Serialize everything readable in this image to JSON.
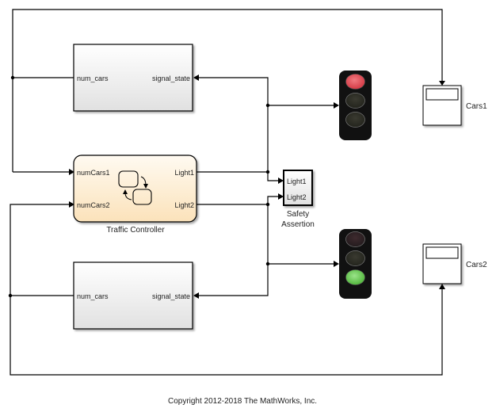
{
  "diagram": {
    "subsystem_top": {
      "input_port": "num_cars",
      "output_port": "signal_state"
    },
    "subsystem_bottom": {
      "input_port": "num_cars",
      "output_port": "signal_state"
    },
    "traffic_controller": {
      "name": "Traffic Controller",
      "inputs": [
        "numCars1",
        "numCars2"
      ],
      "outputs": [
        "Light1",
        "Light2"
      ]
    },
    "safety_assertion": {
      "name_line1": "Safety",
      "name_line2": "Assertion",
      "inputs": [
        "Light1",
        "Light2"
      ]
    },
    "traffic_light_1": {
      "active": "red",
      "colors": {
        "red_on": "#e0454f",
        "off": "#2a2b22",
        "green_on": "#6ccf55",
        "housing": "#111111"
      }
    },
    "traffic_light_2": {
      "active": "green"
    },
    "display_cars1": {
      "label": "Cars1"
    },
    "display_cars2": {
      "label": "Cars2"
    },
    "colors": {
      "chart_fill_top": "#fffaf0",
      "chart_fill_bottom": "#fbe3bd",
      "block_fill_top": "#ffffff",
      "block_fill_bottom": "#e2e2e2"
    }
  },
  "footer": {
    "copyright": "Copyright 2012-2018 The MathWorks, Inc."
  }
}
